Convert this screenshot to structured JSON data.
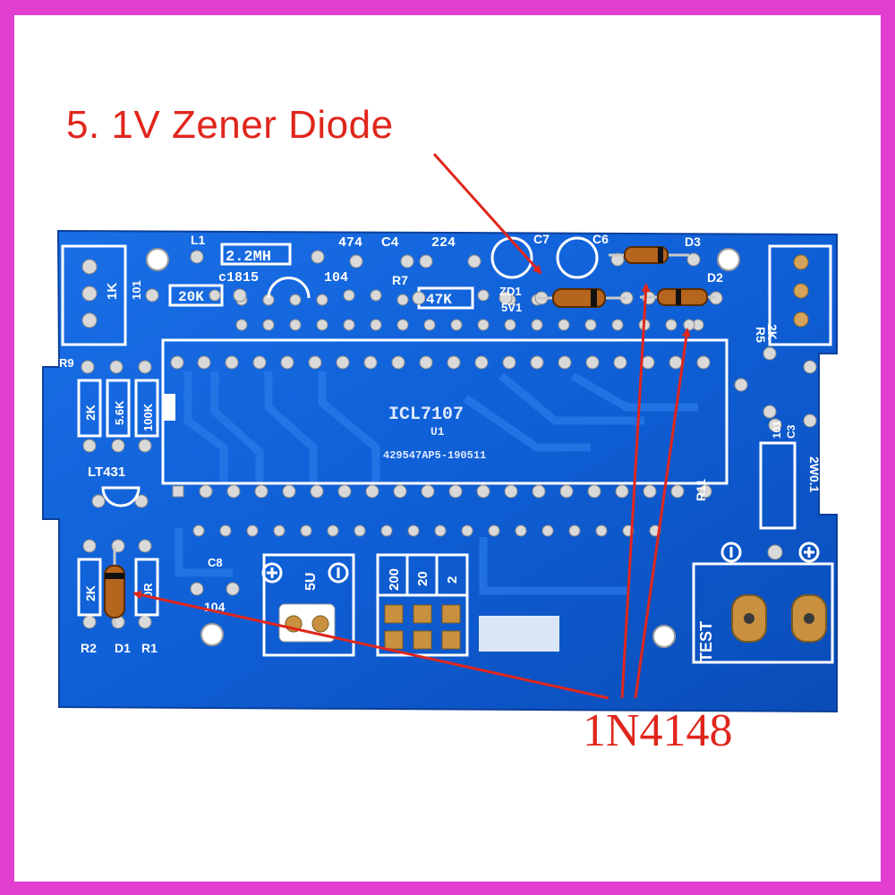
{
  "annotations": {
    "zener_label": "5. 1V Zener Diode",
    "diode_label": "1N4148"
  },
  "board": {
    "ic_name": "ICL7107",
    "ic_ref": "U1",
    "ic_code": "429547AP5-190511",
    "labels": {
      "l1": "L1",
      "inductor": "2.2MH",
      "c474": "474",
      "c4": "C4",
      "c224": "224",
      "c7": "C7",
      "c6": "C6",
      "d3": "D3",
      "d2": "D2",
      "c1815": "c1815",
      "c104": "104",
      "r7": "R7",
      "r47k": "47K",
      "r20k": "20K",
      "zd1": "ZD1",
      "zd_5v1": "5V1",
      "r1k": "1K",
      "c101": "101",
      "r5": "R5",
      "r5_val": "2K",
      "r9": "R9",
      "r2k": "2K",
      "r56k": "5.6K",
      "r100k": "100K",
      "lt431": "LT431",
      "r11": "R11",
      "r11_val": "2W0.1",
      "c3": "C3",
      "c3_val": "101",
      "c8": "C8",
      "c8_val": "104",
      "r2_val": "2K",
      "r1_val": "0R",
      "r2": "R2",
      "d1": "D1",
      "r1": "R1",
      "v5u": "5U",
      "range_200": "200",
      "range_20": "20",
      "range_2": "2",
      "test": "TEST"
    }
  },
  "colors": {
    "frame": "#e23fd0",
    "pcb": "#0f5fd6",
    "silkscreen": "#ffffff",
    "annotation": "#e0261c"
  }
}
